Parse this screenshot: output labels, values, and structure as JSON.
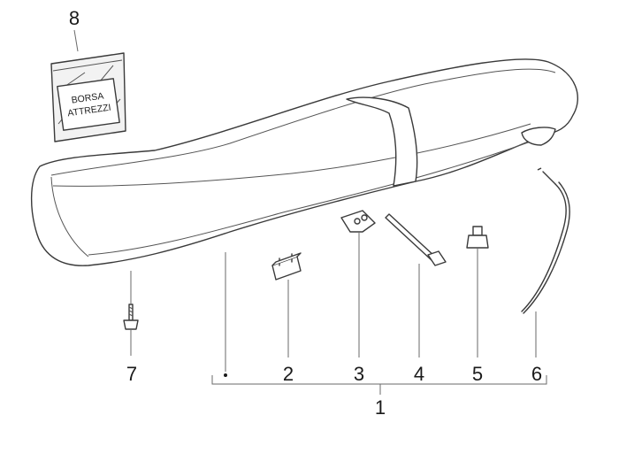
{
  "parts": [
    {
      "number": "1",
      "name": "saddle"
    },
    {
      "number": "2",
      "name": "bracket"
    },
    {
      "number": "3",
      "name": "clip"
    },
    {
      "number": "4",
      "name": "cable tie"
    },
    {
      "number": "5",
      "name": "rubber buffer"
    },
    {
      "number": "6",
      "name": "saddle lock cable"
    },
    {
      "number": "7",
      "name": "screw"
    },
    {
      "number": "8",
      "name": "tool bag"
    }
  ],
  "bag_label": {
    "line1": "BORSA",
    "line2": "ATTREZZI"
  },
  "colors": {
    "line": "#3a3a3a",
    "text": "#1a1a1a",
    "background": "#ffffff"
  }
}
